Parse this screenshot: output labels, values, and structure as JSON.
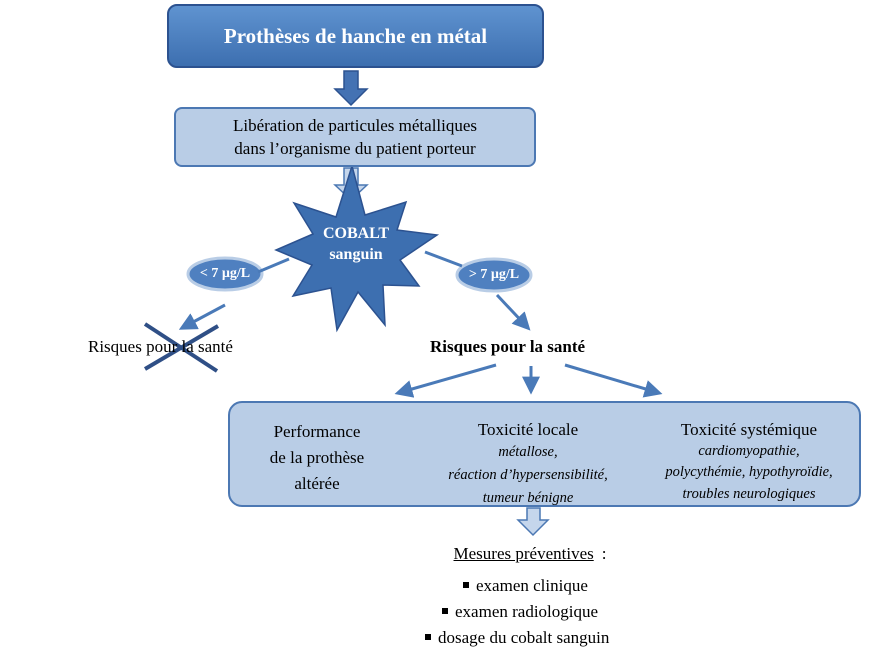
{
  "title": "Prothèses de hanche en métal",
  "release": {
    "line1": "Libération de particules métalliques",
    "line2": "dans l’organisme du patient porteur"
  },
  "cobalt": {
    "line1": "COBALT",
    "line2": "sanguin"
  },
  "threshold_low": "< 7 µg/L",
  "threshold_high": "> 7 µg/L",
  "risk_left": "Risques pour la santé",
  "risk_right": "Risques pour la santé",
  "outcomes": {
    "performance": {
      "line1": "Performance",
      "line2": "de la prothèse",
      "line3": "altérée"
    },
    "local": {
      "title": "Toxicité locale",
      "d1": "métallose,",
      "d2": "réaction d’hypersensibilité,",
      "d3": "tumeur bénigne"
    },
    "systemic": {
      "title": "Toxicité systémique",
      "d1": "cardiomyopathie,",
      "d2": "polycythémie, hypothyroïdie,",
      "d3": "troubles neurologiques"
    }
  },
  "measures": {
    "title": "Mesures préventives",
    "colon": ":",
    "items": [
      "examen clinique",
      "examen radiologique",
      "dosage du cobalt sanguin"
    ]
  },
  "colors": {
    "box_dark": "#3d6fb0",
    "box_light": "#b9cde6",
    "border": "#4c78b3",
    "arrow": "#4a7ab8",
    "cross": "#2f4f86"
  }
}
